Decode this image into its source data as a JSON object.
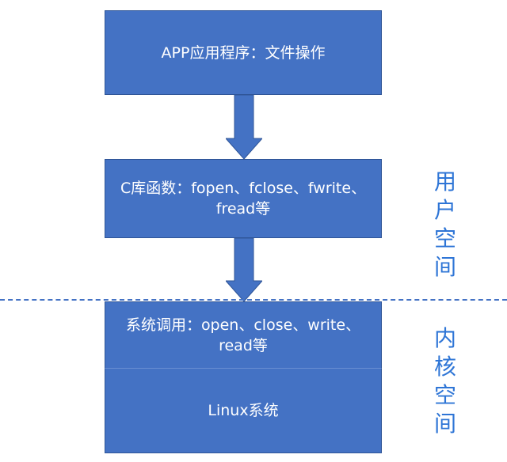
{
  "boxes": {
    "app": {
      "text": "APP应用程序：文件操作"
    },
    "libc": {
      "line1": "C库函数：fopen、fclose、fwrite、",
      "line2": "fread等"
    },
    "syscall": {
      "line1": "系统调用：open、close、write、",
      "line2": "read等"
    },
    "linux": {
      "text": "Linux系统"
    }
  },
  "labels": {
    "user_space": [
      "用",
      "户",
      "空",
      "间"
    ],
    "kernel_space": [
      "内",
      "核",
      "空",
      "间"
    ]
  },
  "colors": {
    "box_fill": "#4472C4",
    "box_text": "#FFFFFF",
    "arrow": "#4472C4",
    "divider": "#4472C4",
    "side_label": "#2E75D6"
  }
}
